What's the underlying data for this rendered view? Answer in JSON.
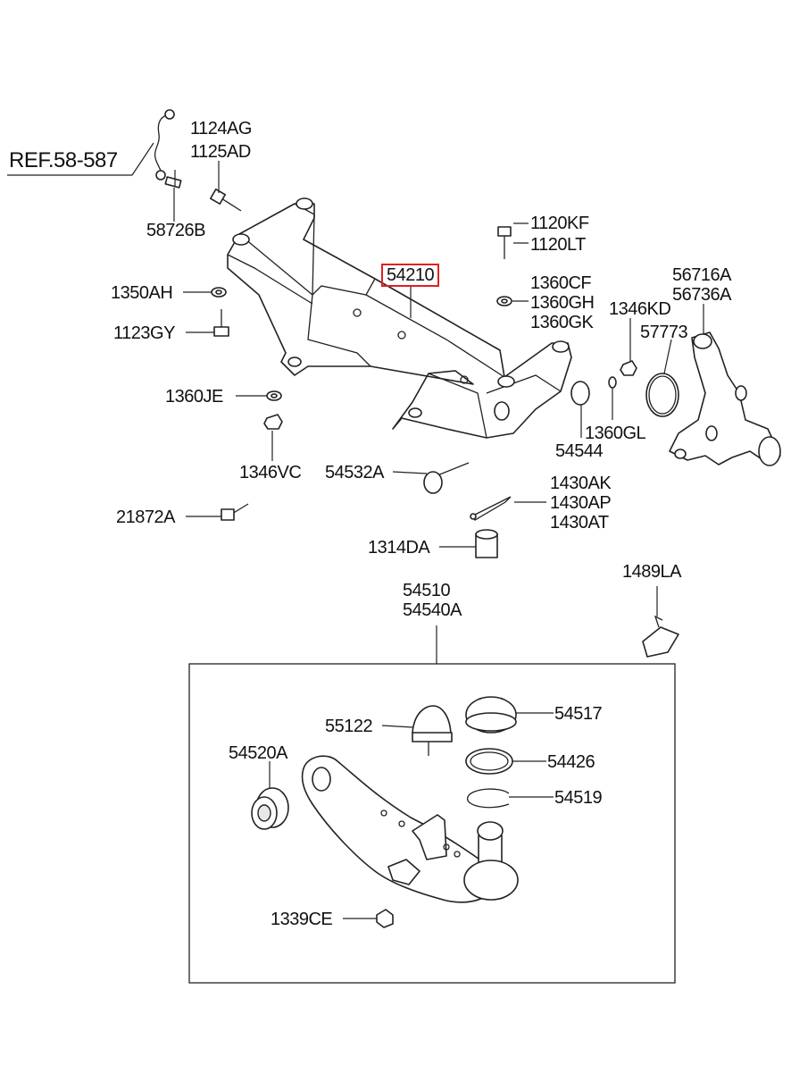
{
  "labels": {
    "ref": "REF.58-587",
    "l1124AG": "1124AG",
    "l1125AD": "1125AD",
    "l58726B": "58726B",
    "l1120KF": "1120KF",
    "l1120LT": "1120LT",
    "l54210": "54210",
    "l1360CF": "1360CF",
    "l1360GH": "1360GH",
    "l1360GK": "1360GK",
    "l56716A": "56716A",
    "l56736A": "56736A",
    "l1350AH": "1350AH",
    "l1123GY": "1123GY",
    "l1346KD": "1346KD",
    "l57773": "57773",
    "l1360JE": "1360JE",
    "l1360GL": "1360GL",
    "l54544": "54544",
    "l1346VC": "1346VC",
    "l54532A": "54532A",
    "l1430AK": "1430AK",
    "l1430AP": "1430AP",
    "l1430AT": "1430AT",
    "l21872A": "21872A",
    "l1314DA": "1314DA",
    "l1489LA": "1489LA",
    "l54510": "54510",
    "l54540A": "54540A",
    "l55122": "55122",
    "l54517": "54517",
    "l54520A": "54520A",
    "l54426": "54426",
    "l54519": "54519",
    "l1339CE": "1339CE"
  },
  "colors": {
    "highlight": "#e02020",
    "line": "#222222"
  }
}
